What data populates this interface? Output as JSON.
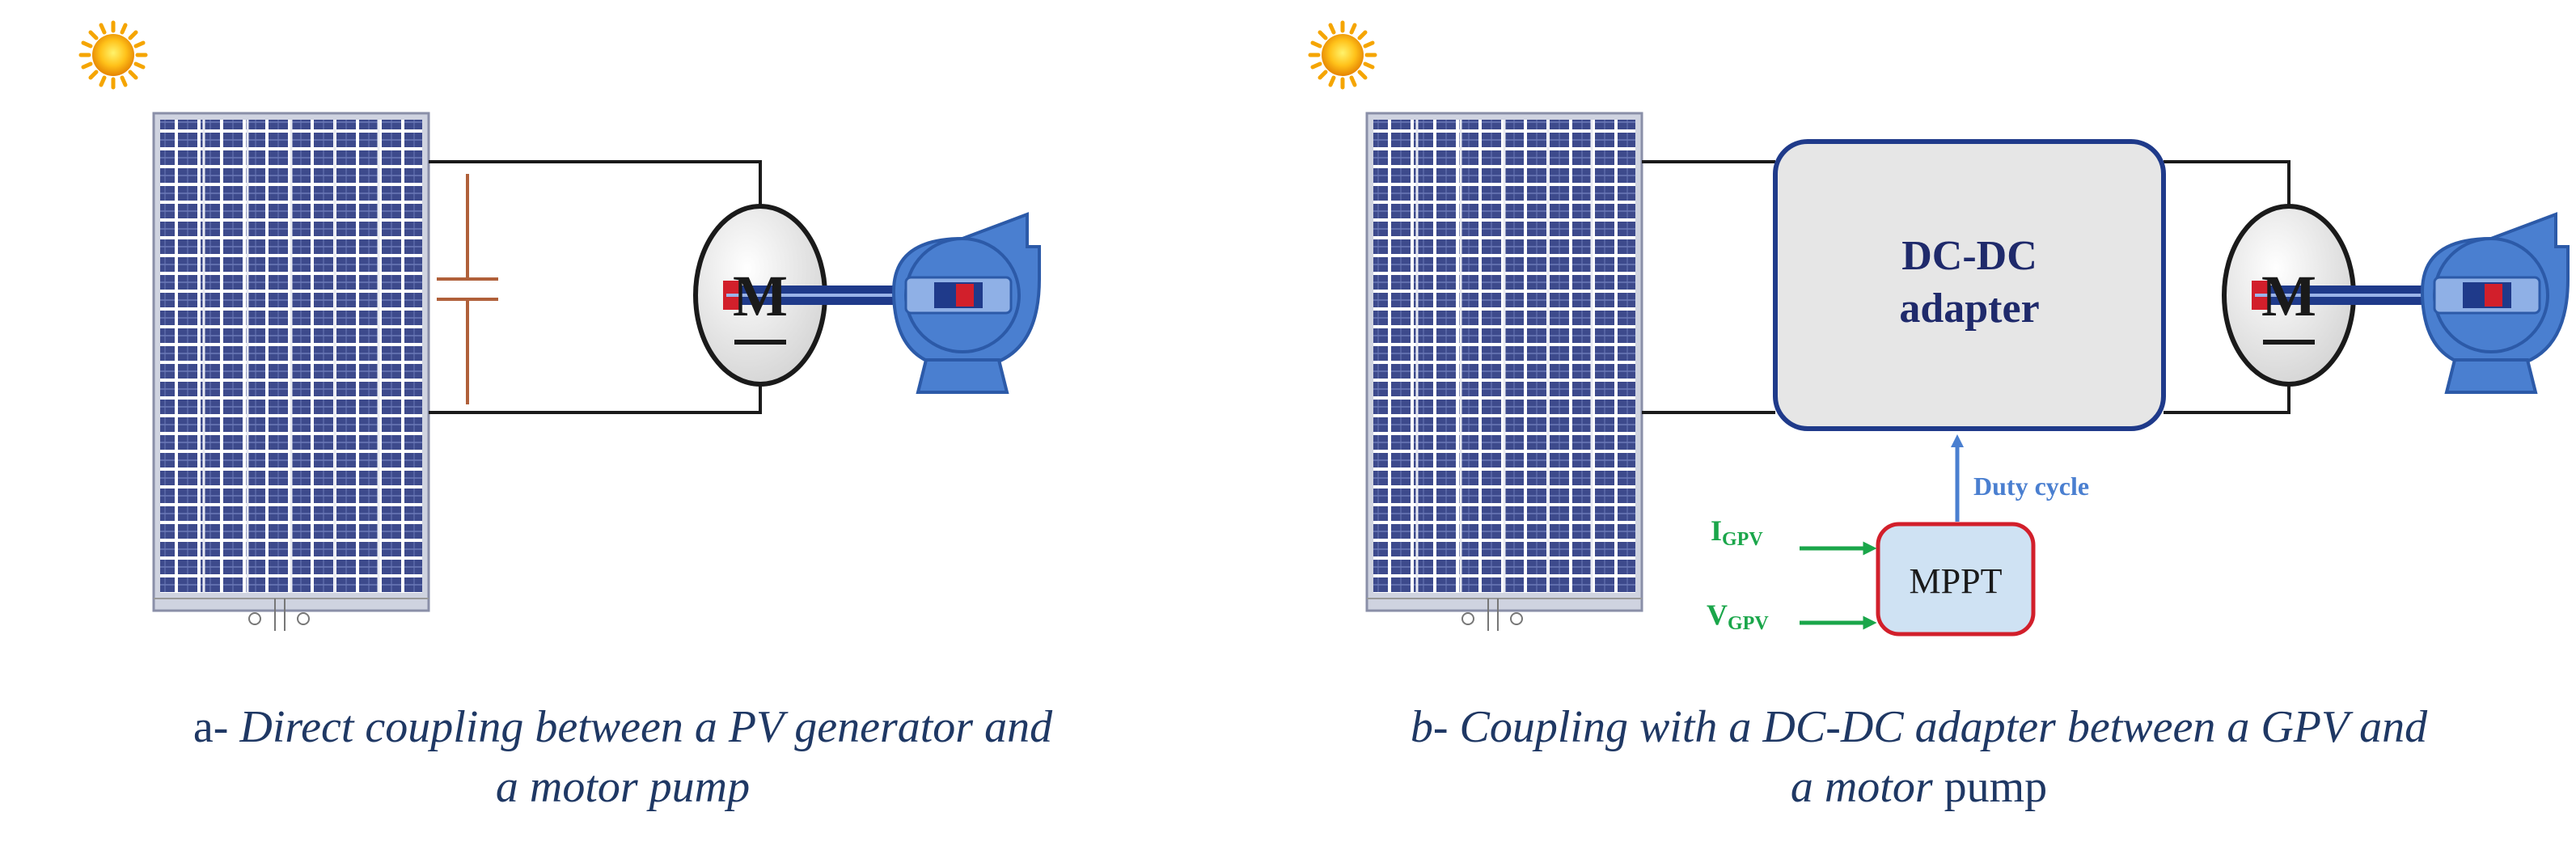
{
  "panel_a": {
    "caption_prefix": "a- ",
    "caption_line1": "Direct coupling between a PV generator and",
    "caption_line2": "a motor pump",
    "motor_label": "M"
  },
  "panel_b": {
    "adapter_line1": "DC-DC",
    "adapter_line2": "adapter",
    "mppt_label": "MPPT",
    "duty_cycle_label": "Duty cycle",
    "input_current_main": "I",
    "input_current_sub": "GPV",
    "input_voltage_main": "V",
    "input_voltage_sub": "GPV",
    "caption_prefix": "b- ",
    "caption_line1": "Coupling with a DC-DC adapter between a GPV and",
    "caption_line2_italic": "a motor",
    "caption_line2_plain": " pump",
    "motor_label": "M"
  },
  "colors": {
    "wire": "#1a1a1a",
    "capacitor": "#b0603a",
    "panel_cell": "#3d4a8c",
    "pump": "#4a7fd0",
    "shaft": "#1f3a8a",
    "coupling_red": "#d21f2b",
    "adapter_fill": "#e6e6e6",
    "adapter_border": "#1f3a8a",
    "mppt_fill": "#cfe2f3",
    "mppt_border": "#d21f2b",
    "arrow_blue": "#4a7fd0",
    "input_green": "#1aa64a",
    "caption": "#1f3864",
    "sun": "#f5a500"
  },
  "icons": [
    "sun-icon",
    "solar-panel-icon",
    "capacitor-icon",
    "motor-icon",
    "pump-icon"
  ]
}
